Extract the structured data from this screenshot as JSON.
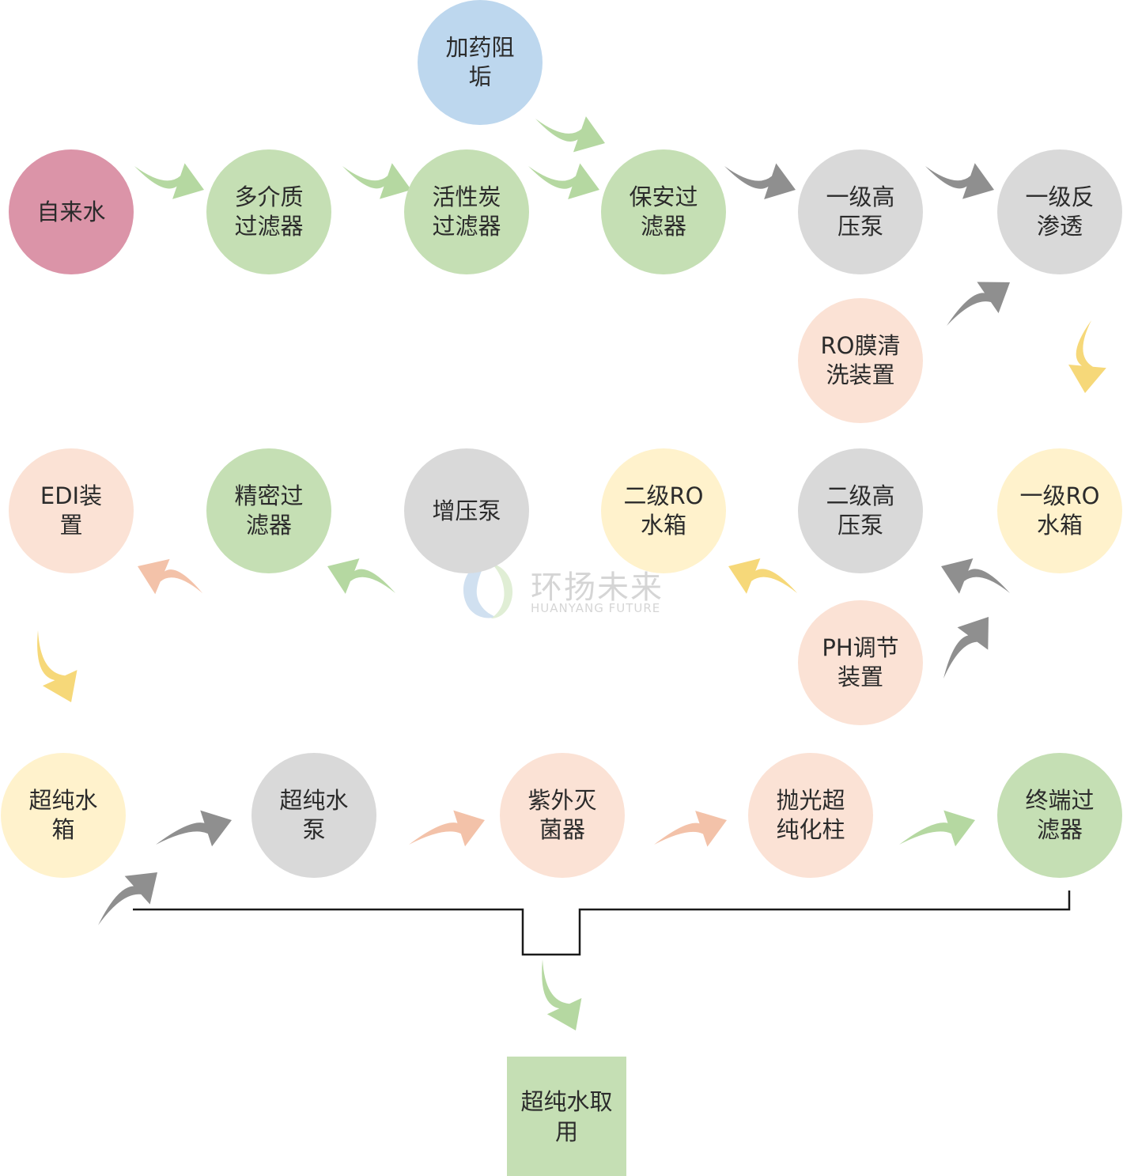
{
  "colors": {
    "green": "#c5dfb4",
    "grey": "#d9d9d9",
    "red": "#db94a8",
    "blue": "#bdd7ee",
    "peach": "#fbe2d5",
    "yellow": "#fff2cc",
    "box": "#c5dfb4",
    "line": "#1a1a1a"
  },
  "nodes": [
    {
      "id": "tap-water",
      "label": "自来水",
      "color": "red"
    },
    {
      "id": "multimedia-filter",
      "label": "多介质过滤器",
      "color": "green"
    },
    {
      "id": "carbon-filter",
      "label": "活性炭过滤器",
      "color": "green"
    },
    {
      "id": "dosing-antiscalant",
      "label": "加药阻垢",
      "color": "blue"
    },
    {
      "id": "security-filter",
      "label": "保安过滤器",
      "color": "green"
    },
    {
      "id": "stage1-hp-pump",
      "label": "一级高压泵",
      "color": "grey"
    },
    {
      "id": "stage1-ro",
      "label": "一级反渗透",
      "color": "grey"
    },
    {
      "id": "ro-cleaning",
      "label": "RO膜清洗装置",
      "color": "peach"
    },
    {
      "id": "stage1-ro-tank",
      "label": "一级RO水箱",
      "color": "yellow"
    },
    {
      "id": "stage2-hp-pump",
      "label": "二级高压泵",
      "color": "grey"
    },
    {
      "id": "stage2-ro-tank",
      "label": "二级RO水箱",
      "color": "yellow"
    },
    {
      "id": "booster-pump",
      "label": "增压泵",
      "color": "grey"
    },
    {
      "id": "precision-filter",
      "label": "精密过滤器",
      "color": "green"
    },
    {
      "id": "edi-unit",
      "label": "EDI装置",
      "color": "peach"
    },
    {
      "id": "ph-adjust",
      "label": "PH调节装置",
      "color": "peach"
    },
    {
      "id": "upw-tank",
      "label": "超纯水箱",
      "color": "yellow"
    },
    {
      "id": "upw-pump",
      "label": "超纯水泵",
      "color": "grey"
    },
    {
      "id": "uv-sterilizer",
      "label": "紫外灭菌器",
      "color": "peach"
    },
    {
      "id": "polishing-column",
      "label": "抛光超纯化柱",
      "color": "peach"
    },
    {
      "id": "terminal-filter",
      "label": "终端过滤器",
      "color": "green"
    }
  ],
  "output_box": {
    "label": "超纯水取用"
  },
  "watermark": {
    "cn": "环扬未来",
    "en": "HUANYANG FUTURE"
  }
}
